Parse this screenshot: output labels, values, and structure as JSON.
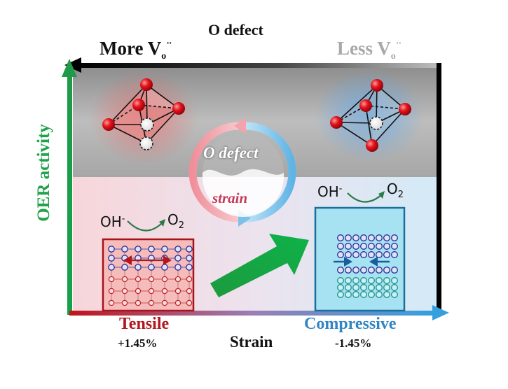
{
  "title": "O defect",
  "top_axis": {
    "left_label": "More V",
    "right_label": "Less V",
    "subscript": "o",
    "superscript": "··"
  },
  "y_axis": {
    "label": "OER activity"
  },
  "x_axis": {
    "label": "Strain",
    "left_label": "Tensile",
    "left_value": "+1.45%",
    "right_label": "Compressive",
    "right_value": "-1.45%"
  },
  "reaction_left": {
    "reactant": "OH",
    "reactant_charge": "-",
    "product": "O",
    "product_sub": "2"
  },
  "reaction_right": {
    "reactant": "OH",
    "reactant_charge": "-",
    "product": "O",
    "product_sub": "2"
  },
  "cycle": {
    "top_label": "O defect",
    "bottom_label": "strain"
  },
  "colors": {
    "tensile": "#b3161c",
    "compressive": "#3185c4",
    "oer_axis": "#1fa24a",
    "oxygen_atom": "#e3141b",
    "upper_zone": "#a9a9a9",
    "lower_zone_left": "#f6d9dc",
    "lower_zone_right": "#d6ebf7"
  }
}
